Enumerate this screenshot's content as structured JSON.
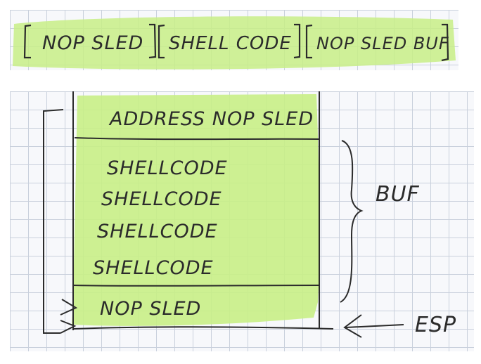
{
  "top_strip": {
    "segments": [
      "NOP SLED",
      "SHELL CODE",
      "NOP SLED BUF"
    ]
  },
  "stack": {
    "address_row": "ADDRESS NOP SLED",
    "shellcode_rows": [
      "SHELLCODE",
      "SHELLCODE",
      "SHELLCODE",
      "SHELLCODE"
    ],
    "nop_row": "NOP SLED"
  },
  "labels": {
    "buf": "BUF",
    "esp": "ESP"
  },
  "colors": {
    "highlight": "#c8ee86",
    "ink": "#2b2b2b",
    "grid": "#c9d0dc"
  }
}
